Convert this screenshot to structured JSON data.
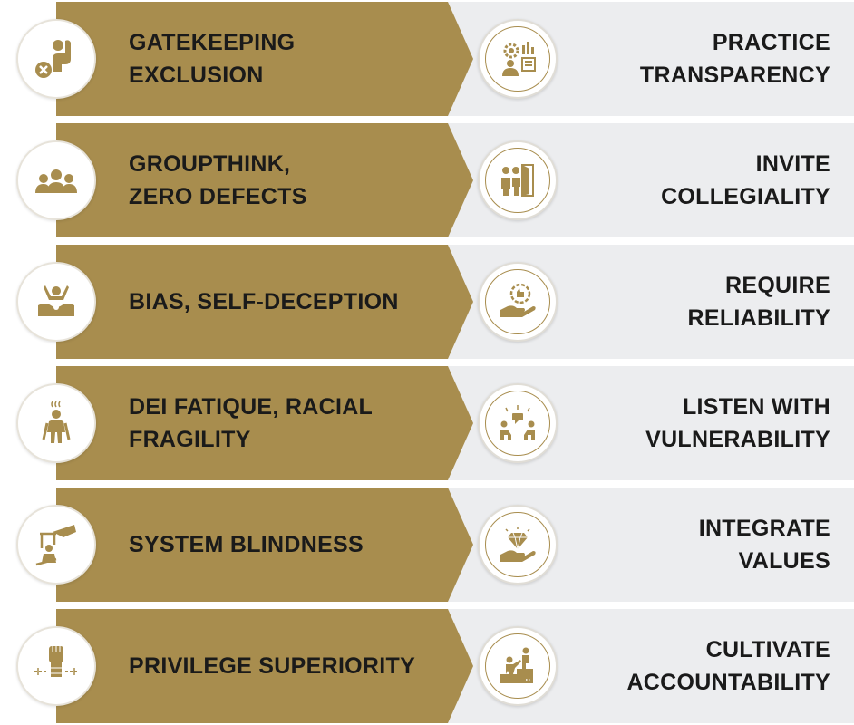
{
  "colors": {
    "gold": "#a88d4e",
    "band": "#ecedef",
    "text": "#1a1a1a"
  },
  "rows": [
    {
      "issue": {
        "lines": [
          "GATEKEEPING",
          "EXCLUSION"
        ],
        "icon": "gatekeeping-icon"
      },
      "value": {
        "lines": [
          "PRACTICE",
          "TRANSPARENCY"
        ],
        "icon": "transparency-icon"
      }
    },
    {
      "issue": {
        "lines": [
          "GROUPTHINK,",
          "ZERO DEFECTS"
        ],
        "icon": "group-icon"
      },
      "value": {
        "lines": [
          "INVITE",
          "COLLEGIALITY"
        ],
        "icon": "open-door-icon"
      }
    },
    {
      "issue": {
        "lines": [
          "BIAS, SELF-DECEPTION"
        ],
        "icon": "sinking-person-icon"
      },
      "value": {
        "lines": [
          "REQUIRE",
          "RELIABILITY"
        ],
        "icon": "hand-badge-icon"
      }
    },
    {
      "issue": {
        "lines": [
          "DEI FATIQUE, RACIAL",
          "FRAGILITY"
        ],
        "icon": "tired-person-icon"
      },
      "value": {
        "lines": [
          "LISTEN WITH",
          "VULNERABILITY"
        ],
        "icon": "conversation-icon"
      }
    },
    {
      "issue": {
        "lines": [
          "SYSTEM BLINDNESS"
        ],
        "icon": "puppet-icon"
      },
      "value": {
        "lines": [
          "INTEGRATE",
          "VALUES"
        ],
        "icon": "hand-diamond-icon"
      }
    },
    {
      "issue": {
        "lines": [
          "PRIVILEGE SUPERIORITY"
        ],
        "icon": "fist-chain-icon"
      },
      "value": {
        "lines": [
          "CULTIVATE",
          "ACCOUNTABILITY"
        ],
        "icon": "helping-climb-icon"
      }
    }
  ]
}
